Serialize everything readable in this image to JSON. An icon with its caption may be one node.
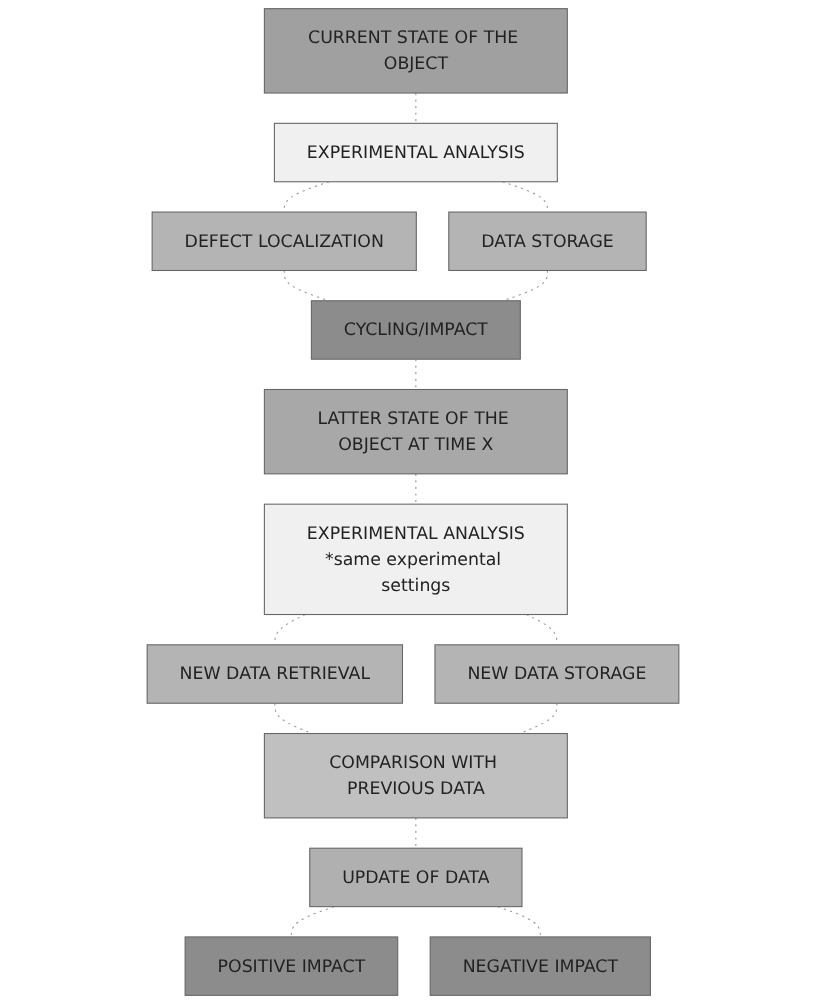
{
  "diagram": {
    "nodes": [
      {
        "text": [
          "CURRENT STATE OF THE OBJECT"
        ]
      },
      {
        "text": [
          "EXPERIMENTAL ANALYSIS"
        ]
      },
      {
        "text": [
          "DEFECT LOCALIZATION"
        ]
      },
      {
        "text": [
          "DATA STORAGE"
        ]
      },
      {
        "text": [
          "CYCLING/IMPACT"
        ]
      },
      {
        "text": [
          "LATTER STATE OF THE OBJECT AT TIME X"
        ]
      },
      {
        "text": [
          "EXPERIMENTAL ANALYSIS",
          "*same experimental settings"
        ]
      },
      {
        "text": [
          "NEW DATA RETRIEVAL"
        ]
      },
      {
        "text": [
          "NEW DATA STORAGE"
        ]
      },
      {
        "text": [
          "COMPARISON WITH PREVIOUS DATA"
        ]
      },
      {
        "text": [
          "UPDATE OF DATA"
        ]
      },
      {
        "text": [
          "POSITIVE IMPACT"
        ]
      },
      {
        "text": [
          "NEGATIVE IMPACT"
        ]
      }
    ],
    "edges": [
      {
        "from": 0,
        "to": 1,
        "arrow": "none",
        "style": "dashed"
      },
      {
        "from": 1,
        "to": 2,
        "arrow": "none",
        "style": "dashed"
      },
      {
        "from": 1,
        "to": 3,
        "arrow": "none",
        "style": "dashed"
      },
      {
        "from": 2,
        "to": 4,
        "arrow": "none",
        "style": "dashed"
      },
      {
        "from": 3,
        "to": 4,
        "arrow": "none",
        "style": "dashed"
      },
      {
        "from": 4,
        "to": 5,
        "arrow": "none",
        "style": "dashed"
      },
      {
        "from": 5,
        "to": 6,
        "arrow": "none",
        "style": "dashed"
      },
      {
        "from": 6,
        "to": 7,
        "arrow": "none",
        "style": "dashed"
      },
      {
        "from": 6,
        "to": 8,
        "arrow": "none",
        "style": "dashed"
      },
      {
        "from": 7,
        "to": 9,
        "arrow": "none",
        "style": "dashed"
      },
      {
        "from": 8,
        "to": 9,
        "arrow": "none",
        "style": "dashed"
      },
      {
        "from": 9,
        "to": 10,
        "arrow": "none",
        "style": "dashed"
      },
      {
        "from": 10,
        "to": 11,
        "arrow": "none",
        "style": "dashed"
      },
      {
        "from": 10,
        "to": 12,
        "arrow": "none",
        "style": "dashed"
      }
    ]
  }
}
